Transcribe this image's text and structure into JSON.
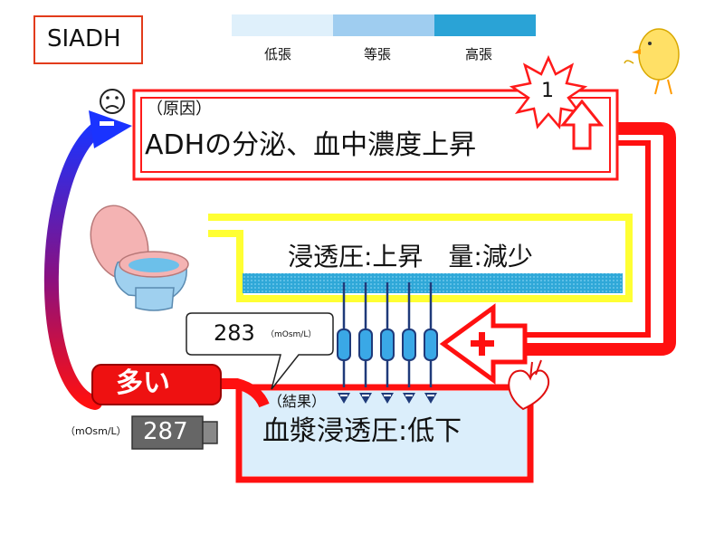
{
  "title": "SIADH",
  "tonicity_scale": [
    {
      "label": "低張",
      "color": "#dff0fb"
    },
    {
      "label": "等張",
      "color": "#9fcdf0"
    },
    {
      "label": "高張",
      "color": "#2aa3d6"
    }
  ],
  "cause": {
    "tag": "（原因）",
    "text": "ADHの分泌、血中濃度上昇",
    "badge_number": "1"
  },
  "urine": {
    "text": "浸透圧:上昇　量:減少"
  },
  "result": {
    "tag": "（結果）",
    "text": "血漿浸透圧:低下"
  },
  "callout": {
    "value": "283",
    "unit": "（mOsm/L）"
  },
  "plenty_label": "多い",
  "reading": {
    "unit": "（mOsm/L）",
    "value": "287"
  },
  "signs": {
    "minus": "−",
    "plus": "+"
  },
  "colors": {
    "red": "#ff1a1a",
    "navy": "#1f3a7a",
    "yellow": "#ffff33",
    "blue_arrow": "#1e3cff"
  }
}
